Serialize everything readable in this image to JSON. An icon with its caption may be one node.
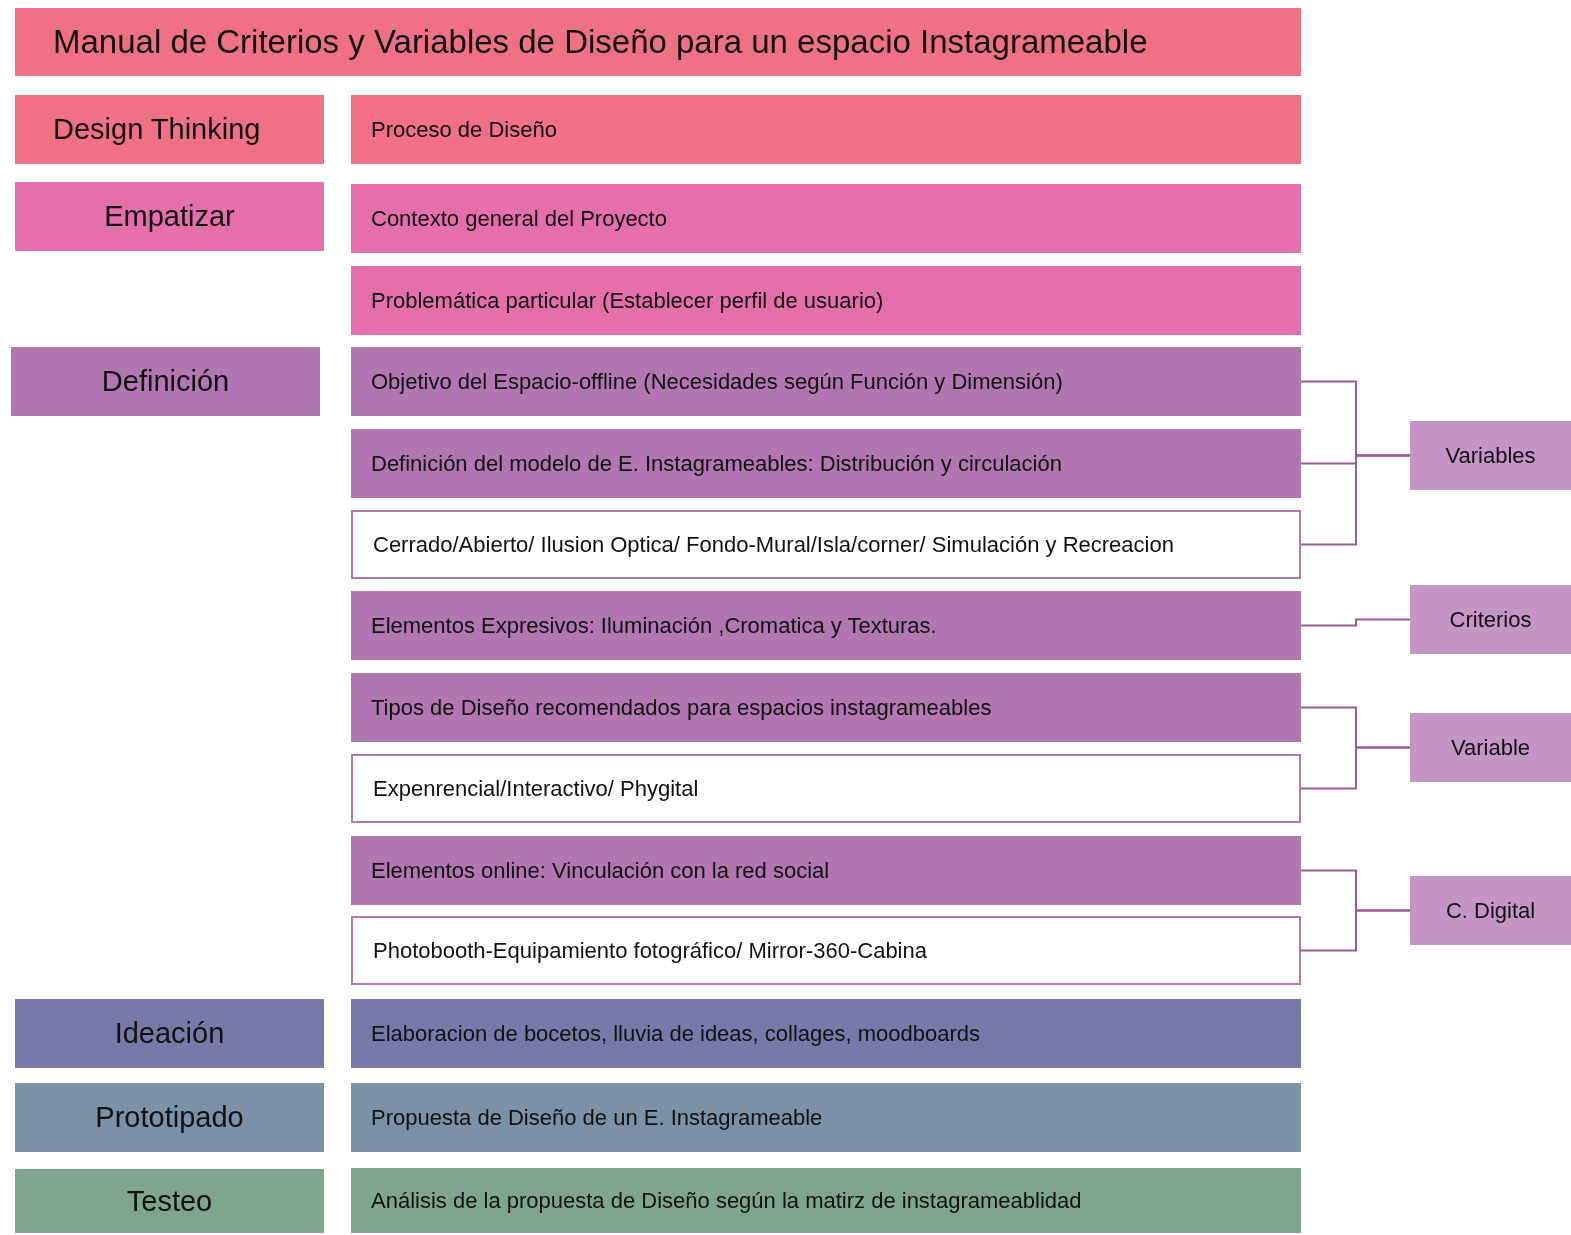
{
  "diagram": {
    "nodes": [
      {
        "text": [
          "Manual de Criterios y Variables de Diseño para un espacio Instagrameable"
        ]
      },
      {
        "text": [
          "Design Thinking"
        ]
      },
      {
        "text": [
          "Proceso de Diseño"
        ]
      },
      {
        "text": [
          "Empatizar"
        ]
      },
      {
        "text": [
          "Contexto general del Proyecto"
        ]
      },
      {
        "text": [
          "Problemática particular (Establecer perfil de usuario)"
        ]
      },
      {
        "text": [
          "Definición"
        ]
      },
      {
        "text": [
          "Objetivo del Espacio-offline (Necesidades según Función y Dimensión)"
        ]
      },
      {
        "text": [
          "Definición del modelo de E. Instagrameables: Distribución y circulación"
        ]
      },
      {
        "text": [
          "Variables"
        ]
      },
      {
        "text": [
          "Cerrado/Abierto/ Ilusion Optica/ Fondo-Mural/Isla/corner/ Simulación y Recreacion"
        ]
      },
      {
        "text": [
          "Elementos Expresivos: Iluminación ,Cromatica y Texturas."
        ]
      },
      {
        "text": [
          "Criterios"
        ]
      },
      {
        "text": [
          "Tipos de Diseño recomendados para espacios instagrameables"
        ]
      },
      {
        "text": [
          "Variable"
        ]
      },
      {
        "text": [
          "Expenrencial/Interactivo/ Phygital"
        ]
      },
      {
        "text": [
          "Elementos online: Vinculación con la red social"
        ]
      },
      {
        "text": [
          "C. Digital"
        ]
      },
      {
        "text": [
          "Photobooth-Equipamiento fotográfico/ Mirror-360-Cabina"
        ]
      },
      {
        "text": [
          "Ideación"
        ]
      },
      {
        "text": [
          "Elaboracion de bocetos, lluvia de ideas, collages, moodboards"
        ]
      },
      {
        "text": [
          "Prototipado"
        ]
      },
      {
        "text": [
          "Propuesta de Diseño de un E. Instagrameable"
        ]
      },
      {
        "text": [
          "Testeo"
        ]
      },
      {
        "text": [
          "Análisis de la propuesta de Diseño según la matirz de instagrameablidad"
        ]
      }
    ],
    "edges": [
      {
        "from": 7,
        "to": 9,
        "arrow": "none"
      },
      {
        "from": 8,
        "to": 9,
        "arrow": "none"
      },
      {
        "from": 10,
        "to": 9,
        "arrow": "none"
      },
      {
        "from": 11,
        "to": 12,
        "arrow": "none"
      },
      {
        "from": 13,
        "to": 14,
        "arrow": "none"
      },
      {
        "from": 15,
        "to": 14,
        "arrow": "none"
      },
      {
        "from": 16,
        "to": 17,
        "arrow": "none"
      },
      {
        "from": 18,
        "to": 17,
        "arrow": "none"
      }
    ]
  }
}
